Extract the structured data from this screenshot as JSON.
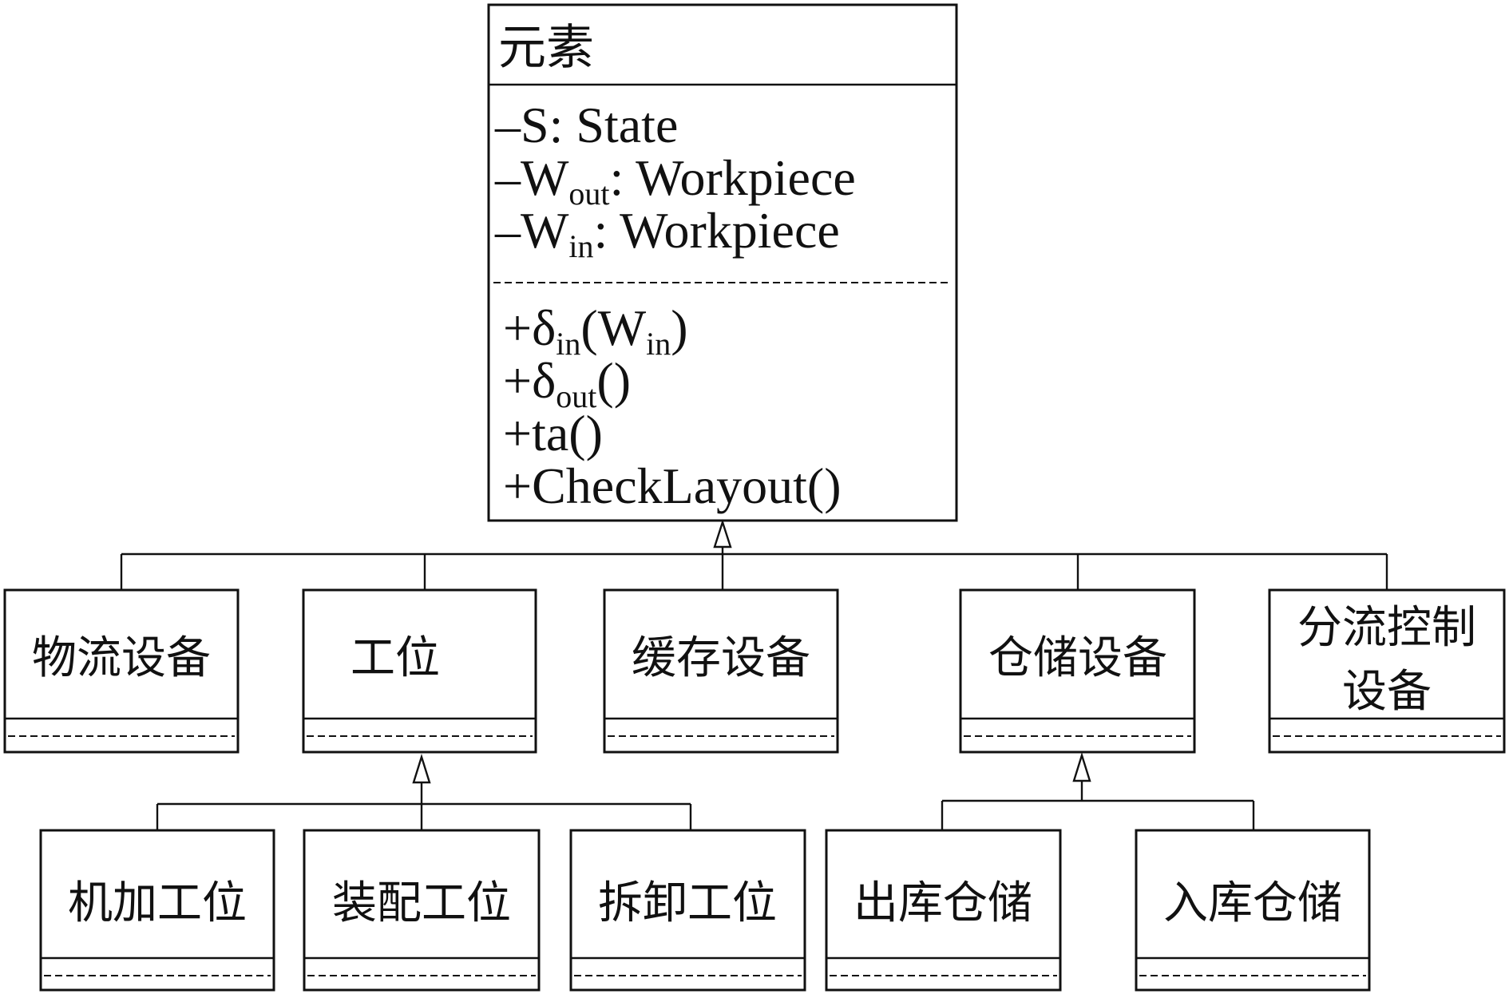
{
  "root": {
    "title": "元素",
    "attributes": [
      {
        "prefix": "–S:",
        "sub": "",
        "rest": "  State"
      },
      {
        "prefix": "–W",
        "sub": "out",
        "rest": ": Workpiece"
      },
      {
        "prefix": "–W",
        "sub": "in",
        "rest": ": Workpiece"
      }
    ],
    "methods": [
      {
        "parts": [
          "+δ",
          "in",
          "(W",
          "in",
          ")"
        ]
      },
      {
        "parts": [
          "+δ",
          "out",
          "()"
        ]
      },
      {
        "parts": [
          "+ta()"
        ]
      },
      {
        "parts": [
          "+CheckLayout()"
        ]
      }
    ]
  },
  "level1": [
    {
      "id": "logistics",
      "lines": [
        "物流设备"
      ]
    },
    {
      "id": "station",
      "lines": [
        "工位"
      ]
    },
    {
      "id": "buffer",
      "lines": [
        "缓存设备"
      ]
    },
    {
      "id": "storage",
      "lines": [
        "仓储设备"
      ]
    },
    {
      "id": "diverter",
      "lines": [
        "分流控制",
        "设备"
      ]
    }
  ],
  "level2": [
    {
      "id": "machining",
      "parent": "station",
      "lines": [
        "机加工位"
      ]
    },
    {
      "id": "assembly",
      "parent": "station",
      "lines": [
        "装配工位"
      ]
    },
    {
      "id": "disassembly",
      "parent": "station",
      "lines": [
        "拆卸工位"
      ]
    },
    {
      "id": "outbound",
      "parent": "storage",
      "lines": [
        "出库仓储"
      ]
    },
    {
      "id": "inbound",
      "parent": "storage",
      "lines": [
        "入库仓储"
      ]
    }
  ]
}
